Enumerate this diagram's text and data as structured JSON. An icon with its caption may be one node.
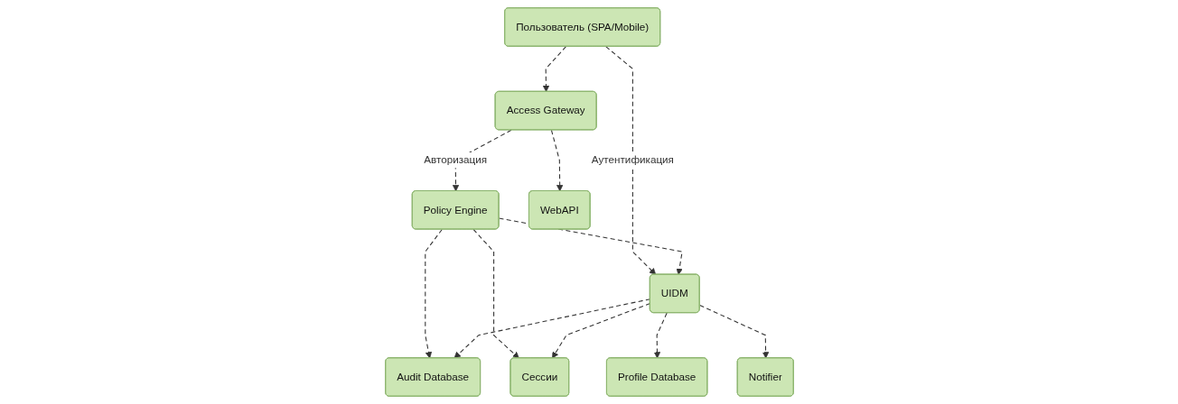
{
  "diagram": {
    "nodes": [
      {
        "text": [
          "Пользователь (SPA/Mobile)"
        ]
      },
      {
        "text": [
          "Access Gateway"
        ]
      },
      {
        "text": [
          "Policy Engine"
        ]
      },
      {
        "text": [
          "UIDM"
        ]
      },
      {
        "text": [
          "WebAPI"
        ]
      },
      {
        "text": [
          "Audit Database"
        ]
      },
      {
        "text": [
          "Сессии"
        ]
      },
      {
        "text": [
          "Profile Database"
        ]
      },
      {
        "text": [
          "Notifier"
        ]
      }
    ],
    "edges": [
      {
        "from": 0,
        "to": 1,
        "arrow": "to",
        "style": "dashed"
      },
      {
        "from": 0,
        "to": 3,
        "arrow": "to",
        "style": "dashed",
        "label": "Аутентификация"
      },
      {
        "from": 1,
        "to": 2,
        "arrow": "to",
        "style": "dashed",
        "label": "Авторизация"
      },
      {
        "from": 2,
        "to": 3,
        "arrow": "to",
        "style": "dashed"
      },
      {
        "from": 1,
        "to": 4,
        "arrow": "to",
        "style": "dashed"
      },
      {
        "from": 2,
        "to": 5,
        "arrow": "to",
        "style": "dashed"
      },
      {
        "from": 2,
        "to": 6,
        "arrow": "to",
        "style": "dashed"
      },
      {
        "from": 3,
        "to": 5,
        "arrow": "to",
        "style": "dashed"
      },
      {
        "from": 3,
        "to": 6,
        "arrow": "to",
        "style": "dashed"
      },
      {
        "from": 3,
        "to": 7,
        "arrow": "to",
        "style": "dashed"
      },
      {
        "from": 3,
        "to": 8,
        "arrow": "to",
        "style": "dashed"
      }
    ]
  }
}
